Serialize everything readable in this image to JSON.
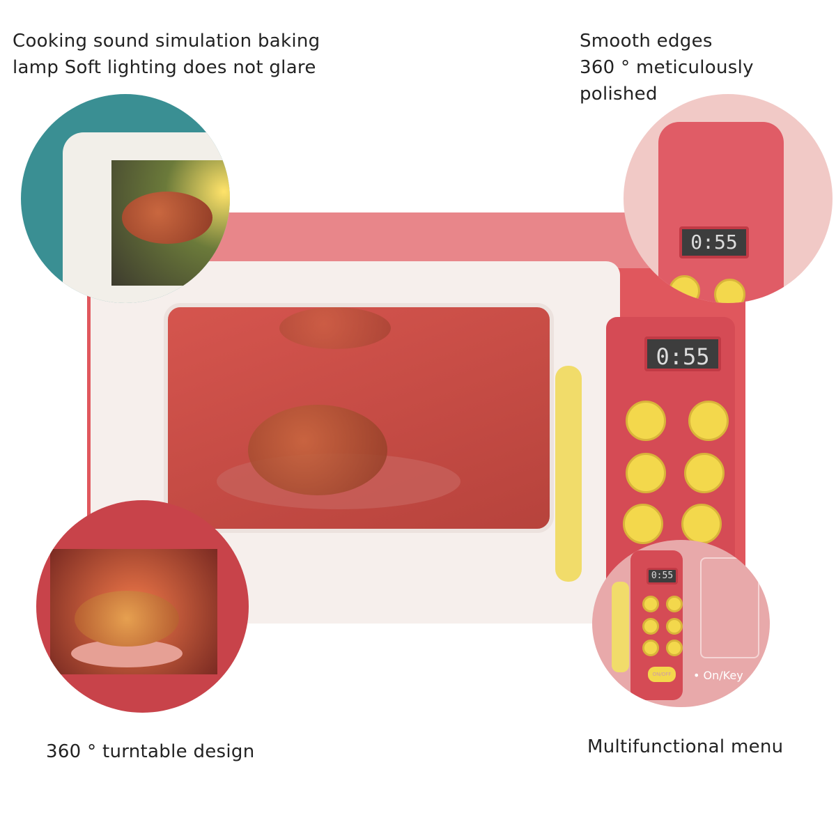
{
  "captions": {
    "top_left": [
      "Cooking sound simulation baking",
      "lamp Soft lighting does not glare"
    ],
    "top_right": [
      "Smooth edges",
      "360 ° meticulously polished"
    ],
    "bottom_left": "360 ° turntable design",
    "bottom_right": "Multifunctional menu"
  },
  "microwave": {
    "timer": "0:55"
  },
  "detail_menu": {
    "timer": "0:55",
    "on_button": "ON/OFF",
    "on_key_label": "On/Key"
  },
  "colors": {
    "body": "#e0575d",
    "door": "#f6efec",
    "button": "#f3d84c",
    "handle": "#f1dc6a"
  }
}
